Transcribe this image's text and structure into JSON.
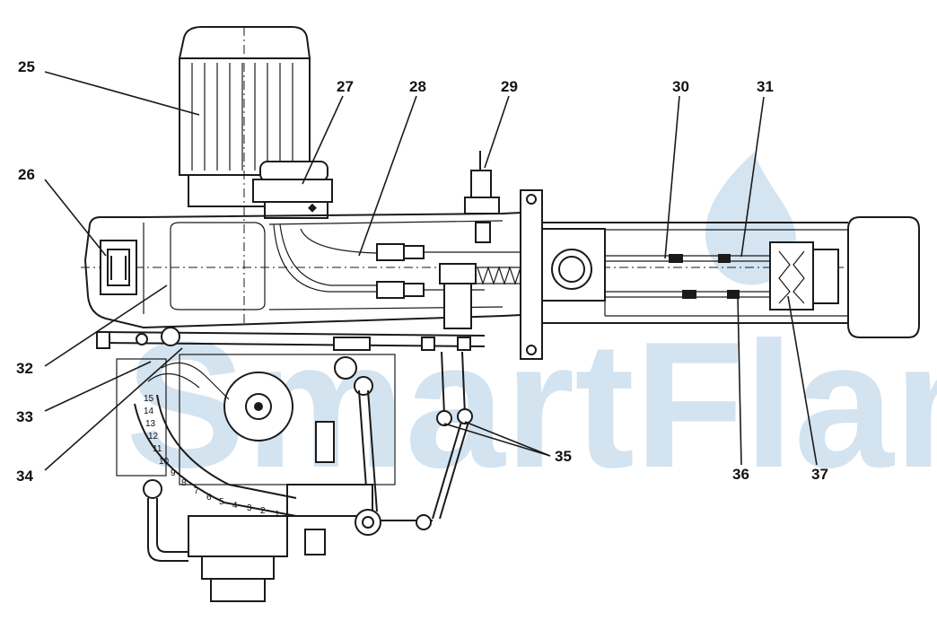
{
  "callouts": [
    {
      "id": "c25",
      "text": "25"
    },
    {
      "id": "c26",
      "text": "26"
    },
    {
      "id": "c27",
      "text": "27"
    },
    {
      "id": "c28",
      "text": "28"
    },
    {
      "id": "c29",
      "text": "29"
    },
    {
      "id": "c30",
      "text": "30"
    },
    {
      "id": "c31",
      "text": "31"
    },
    {
      "id": "c32",
      "text": "32"
    },
    {
      "id": "c33",
      "text": "33"
    },
    {
      "id": "c34",
      "text": "34"
    },
    {
      "id": "c35",
      "text": "35"
    },
    {
      "id": "c36",
      "text": "36"
    },
    {
      "id": "c37",
      "text": "37"
    }
  ],
  "scale_marks": [
    "1",
    "2",
    "3",
    "4",
    "5",
    "6",
    "7",
    "8",
    "9",
    "10",
    "11",
    "12",
    "13",
    "14",
    "15"
  ],
  "watermark": {
    "text": "SmartFlam",
    "color": "#9fc3e0"
  }
}
